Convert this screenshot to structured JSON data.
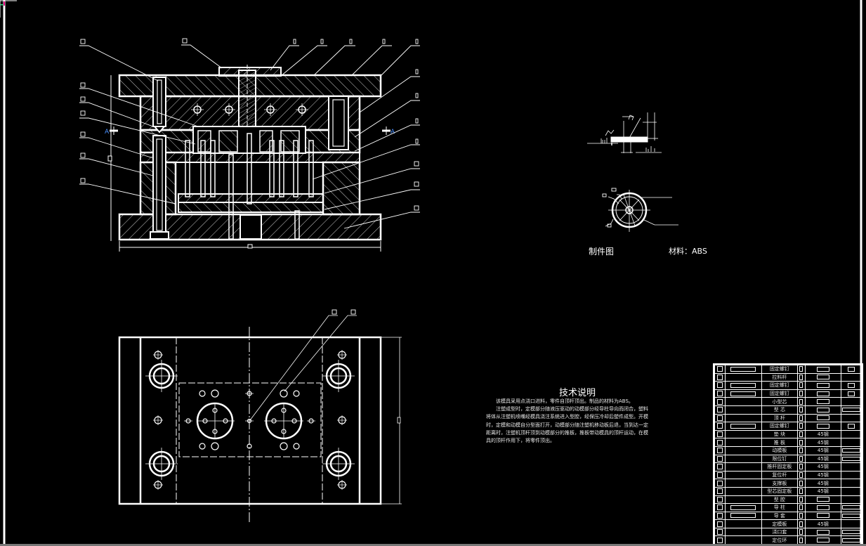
{
  "drawing": {
    "background": "#000000",
    "line_color": "#ffffff",
    "section_marker": "A",
    "label_placeholder": "□"
  },
  "section_view": {
    "name": "injection mold assembly section A-A",
    "left_callouts": 6,
    "top_callouts": 6,
    "right_callouts": 7
  },
  "plan_view": {
    "callouts": 2
  },
  "part_drawing": {
    "label": "制件图",
    "material": "材料：ABS"
  },
  "tech_notes": {
    "title": "技术说明",
    "paragraphs": [
      "该模具采用点浇口进料，零件自顶杆顶出。制品的材料为ABS。",
      "注塑成型时，定模部分随液压驱动的动模部分经导柱导向而闭合，塑料将体从注塑机喷嘴经模具浇注系统进入型腔，经保压冷却后塑件成型。开模时，定模和动模自分型面打开，动模部分随注塑机移动板后退，当到达一定距离时，注塑机顶杆顶到动模部分的推板，推板带动模具的顶杆运动，在模具的顶杆作用下，将零件顶出。"
    ]
  },
  "bom": {
    "rows": [
      {
        "name": "固定螺钉",
        "std": true,
        "material": "",
        "mat_box": true,
        "note_box": "sq"
      },
      {
        "name": "拉料杆",
        "std": false,
        "material": "",
        "mat_box": true,
        "note_box": ""
      },
      {
        "name": "固定螺钉",
        "std": true,
        "material": "",
        "mat_box": true,
        "note_box": "sq"
      },
      {
        "name": "固定螺钉",
        "std": true,
        "material": "",
        "mat_box": true,
        "note_box": "sq"
      },
      {
        "name": "小型芯",
        "std": false,
        "material": "",
        "mat_box": true,
        "note_box": ""
      },
      {
        "name": "型 芯",
        "std": false,
        "material": "",
        "mat_box": true,
        "note_box": "wide"
      },
      {
        "name": "顶 杆",
        "std": false,
        "material": "",
        "mat_box": true,
        "note_box": ""
      },
      {
        "name": "固定螺钉",
        "std": true,
        "material": "",
        "mat_box": true,
        "note_box": "sq"
      },
      {
        "name": "垫 块",
        "std": false,
        "material": "45钢",
        "mat_box": false,
        "note_box": ""
      },
      {
        "name": "推 板",
        "std": false,
        "material": "45钢",
        "mat_box": false,
        "note_box": ""
      },
      {
        "name": "动模板",
        "std": false,
        "material": "45钢",
        "mat_box": false,
        "note_box": "wide"
      },
      {
        "name": "限位钉",
        "std": false,
        "material": "45钢",
        "mat_box": false,
        "note_box": "wide"
      },
      {
        "name": "推杆固定板",
        "std": false,
        "material": "45钢",
        "mat_box": false,
        "note_box": ""
      },
      {
        "name": "复位杆",
        "std": false,
        "material": "45钢",
        "mat_box": false,
        "note_box": ""
      },
      {
        "name": "支撑板",
        "std": false,
        "material": "45钢",
        "mat_box": false,
        "note_box": ""
      },
      {
        "name": "型芯固定板",
        "std": false,
        "material": "45钢",
        "mat_box": false,
        "note_box": ""
      },
      {
        "name": "型 腔",
        "std": false,
        "material": "",
        "mat_box": true,
        "note_box": ""
      },
      {
        "name": "导 柱",
        "std": true,
        "material": "",
        "mat_box": true,
        "note_box": "wide"
      },
      {
        "name": "导 套",
        "std": true,
        "material": "",
        "mat_box": true,
        "note_box": "wide"
      },
      {
        "name": "定模板",
        "std": false,
        "material": "45钢",
        "mat_box": false,
        "note_box": ""
      },
      {
        "name": "浇口套",
        "std": false,
        "material": "",
        "mat_box": true,
        "note_box": "wide"
      },
      {
        "name": "定位环",
        "std": false,
        "material": "",
        "mat_box": true,
        "note_box": "wide"
      }
    ]
  }
}
